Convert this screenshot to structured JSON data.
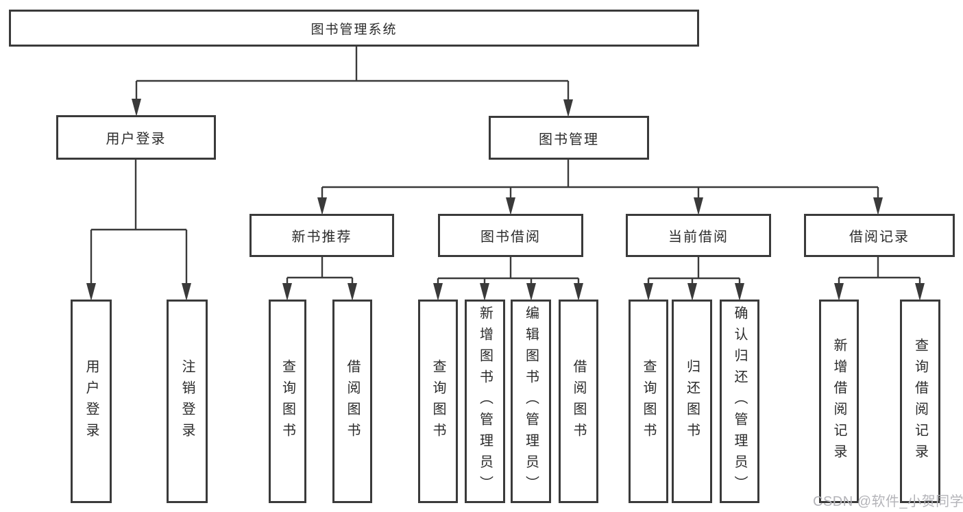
{
  "diagram": {
    "type": "hierarchy-tree",
    "title": "图书管理系统",
    "hierarchy": {
      "图书管理系统": {
        "用户登录": [
          "用户登录",
          "注销登录"
        ],
        "图书管理": {
          "新书推荐": [
            "查询图书",
            "借阅图书"
          ],
          "图书借阅": [
            "查询图书",
            "新增图书（管理员）",
            "编辑图书（管理员）",
            "借阅图书"
          ],
          "当前借阅": [
            "查询图书",
            "归还图书",
            "确认归还（管理员）"
          ],
          "借阅记录": [
            "新增借阅记录",
            "查询借阅记录"
          ]
        }
      }
    }
  },
  "nodes": {
    "root": {
      "label": "图书管理系统"
    },
    "user_login": {
      "label": "用户登录"
    },
    "book_mgmt": {
      "label": "图书管理"
    },
    "new_book_rec": {
      "label": "新书推荐"
    },
    "book_borrow": {
      "label": "图书借阅"
    },
    "current_borrow": {
      "label": "当前借阅"
    },
    "borrow_record": {
      "label": "借阅记录"
    },
    "leaf_user_login": {
      "label": "用户登录"
    },
    "leaf_logout": {
      "label": "注销登录"
    },
    "leaf_query_book_1": {
      "label": "查询图书"
    },
    "leaf_borrow_book_1": {
      "label": "借阅图书"
    },
    "leaf_query_book_2": {
      "label": "查询图书"
    },
    "leaf_add_book": {
      "label": "新增图书（管理员）"
    },
    "leaf_edit_book": {
      "label": "编辑图书（管理员）"
    },
    "leaf_borrow_book_2": {
      "label": "借阅图书"
    },
    "leaf_query_book_3": {
      "label": "查询图书"
    },
    "leaf_return_book": {
      "label": "归还图书"
    },
    "leaf_confirm_return": {
      "label": "确认归还（管理员）"
    },
    "leaf_add_record": {
      "label": "新增借阅记录"
    },
    "leaf_query_record": {
      "label": "查询借阅记录"
    }
  },
  "watermark": {
    "text": "CSDN @软件_小贺同学"
  },
  "colors": {
    "background": "#ffffff",
    "line": "#3a3a3a",
    "border": "#3a3a3a",
    "text": "#2b2b2b",
    "watermark": "#b4b4b9"
  }
}
